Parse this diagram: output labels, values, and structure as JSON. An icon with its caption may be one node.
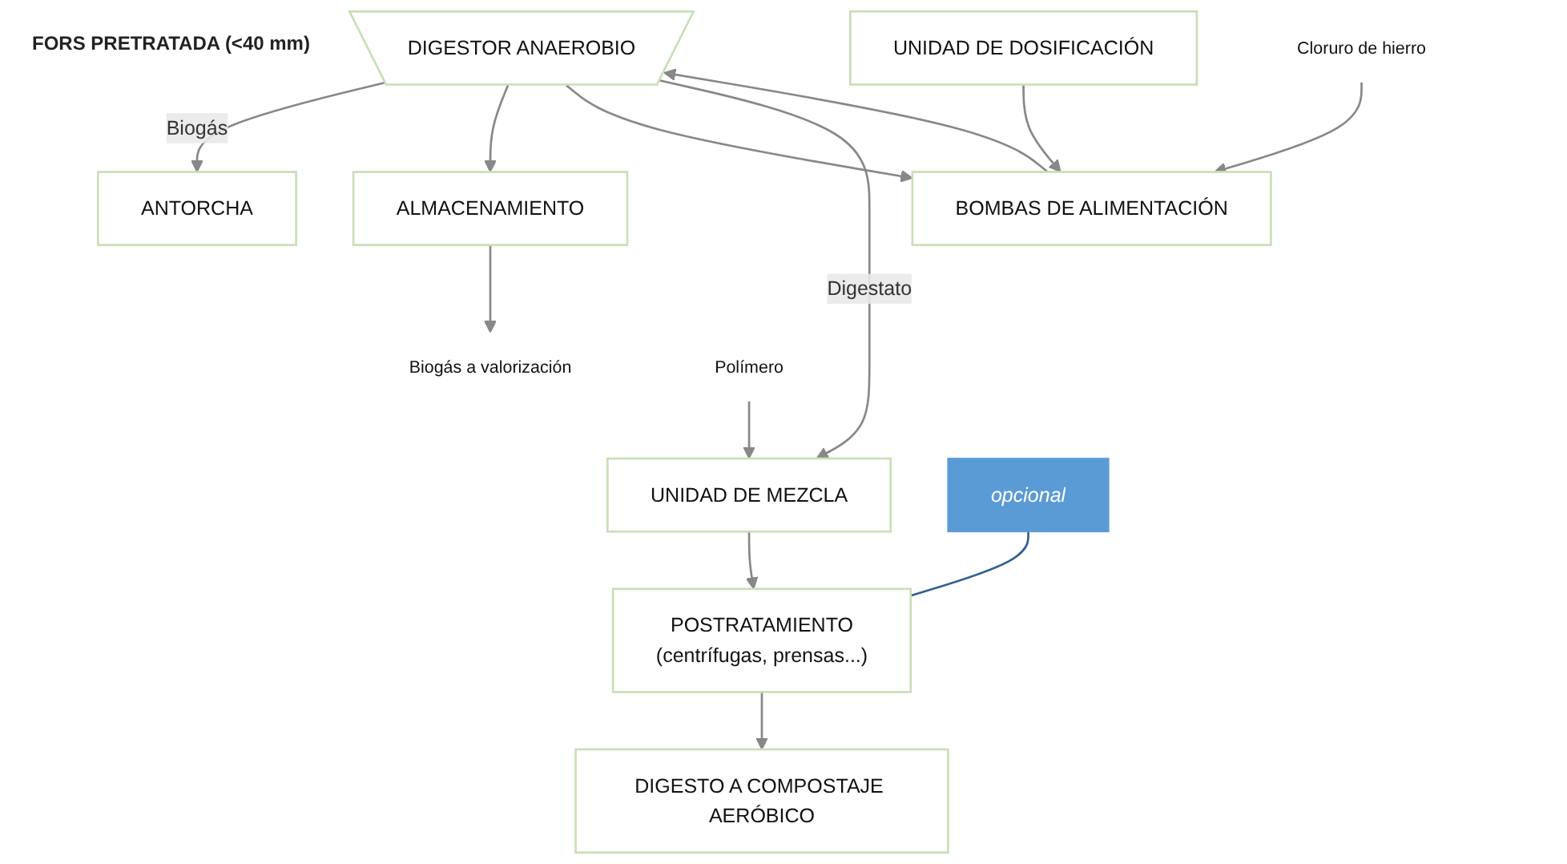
{
  "diagram": {
    "nodes": [
      {
        "text": [
          "DIGESTOR ANAEROBIO"
        ]
      },
      {
        "text": [
          "ANTORCHA"
        ]
      },
      {
        "text": [
          "ALMACENAMIENTO"
        ]
      },
      {
        "text": [
          "Biogás a valorización"
        ]
      },
      {
        "text": [
          "UNIDAD DE DOSIFICACIÓN"
        ]
      },
      {
        "text": [
          "BOMBAS DE ALIMENTACIÓN"
        ]
      },
      {
        "text": [
          "Cloruro de hierro"
        ]
      },
      {
        "text": [
          "Polímero"
        ]
      },
      {
        "text": [
          "UNIDAD DE MEZCLA"
        ]
      },
      {
        "text": [
          "POSTRATAMIENTO",
          "(centrífugas, prensas...)"
        ]
      },
      {
        "text": [
          "DIGESTO A COMPOSTAJE AERÓBICO"
        ]
      },
      {
        "text": [
          "opcional"
        ]
      }
    ],
    "edges": [
      {
        "from": 0,
        "to": 1,
        "arrow": "to",
        "label": "Biogás"
      },
      {
        "from": 0,
        "to": 2,
        "arrow": "to"
      },
      {
        "from": 2,
        "to": 3,
        "arrow": "to"
      },
      {
        "from": 0,
        "to": 5,
        "arrow": "to"
      },
      {
        "from": 5,
        "to": 0,
        "arrow": "to"
      },
      {
        "from": 4,
        "to": 5,
        "arrow": "to"
      },
      {
        "from": 6,
        "to": 5,
        "arrow": "to"
      },
      {
        "from": 0,
        "to": 8,
        "arrow": "to",
        "label": "Digestato"
      },
      {
        "from": 7,
        "to": 8,
        "arrow": "to"
      },
      {
        "from": 8,
        "to": 9,
        "arrow": "to"
      },
      {
        "from": 9,
        "to": 10,
        "arrow": "to"
      },
      {
        "from": 11,
        "to": 9,
        "arrow": "none",
        "color": "#2f5f8f"
      }
    ],
    "labels": [
      "FORS PRETRATADA (<40 mm)"
    ]
  }
}
